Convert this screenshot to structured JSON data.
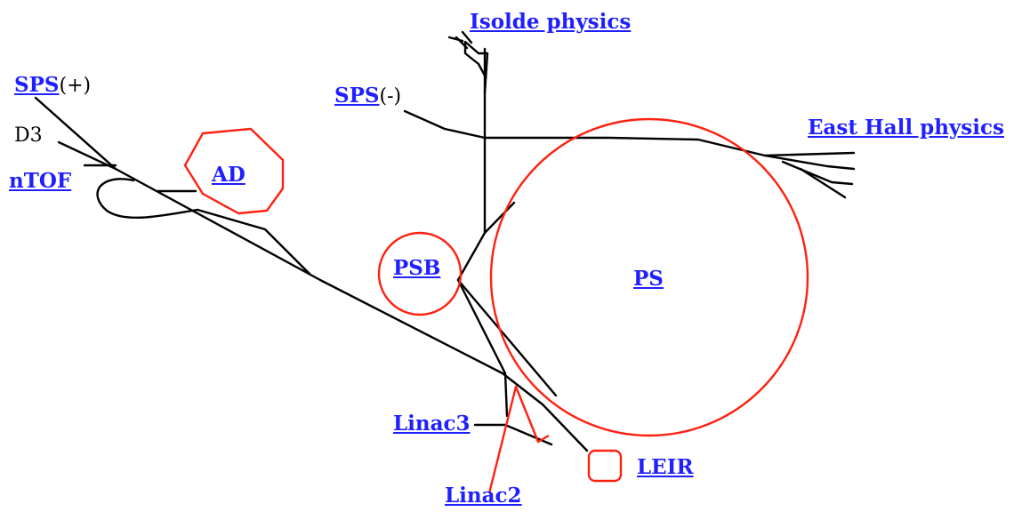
{
  "colors": {
    "beamline": "#000000",
    "accelerator": "#ff2010",
    "link": "#1f1fff",
    "background": "#ffffff"
  },
  "labels": {
    "isolde": "Isolde physics",
    "sps_plus": "SPS",
    "sps_plus_suffix": "(+)",
    "sps_minus": "SPS",
    "sps_minus_suffix": "(-)",
    "east_hall": "East Hall physics",
    "d3": "D3",
    "ntof": "nTOF",
    "ad": "AD",
    "psb": "PSB",
    "ps": "PS",
    "linac3": "Linac3",
    "leir": "LEIR",
    "linac2": "Linac2"
  }
}
